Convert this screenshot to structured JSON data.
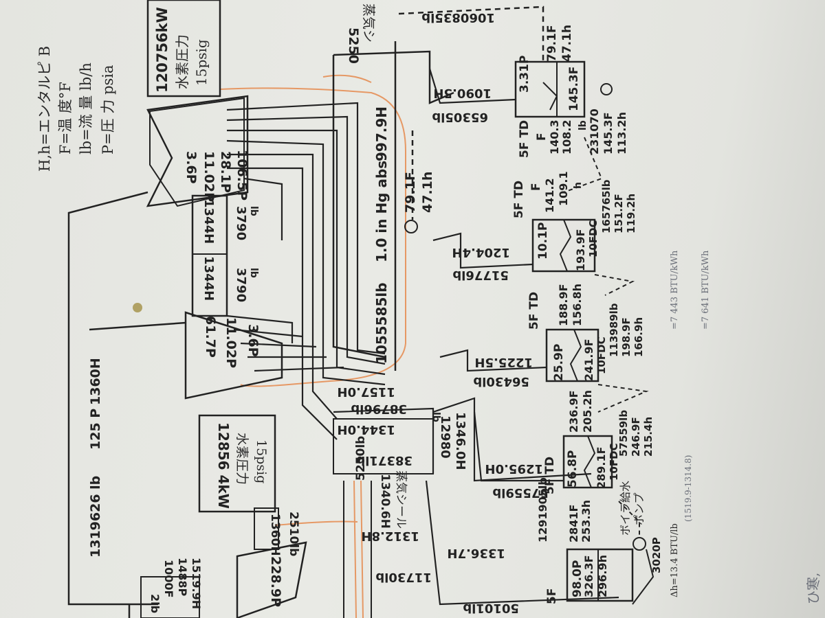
{
  "legend": {
    "line1": "H,h=エンタルピ B",
    "line2": "F=温 度°F",
    "line3": "lb=流 量 lb/h",
    "line4": "P=圧 力 psia"
  },
  "generators": {
    "lp": {
      "rating": "120756kW",
      "h2": "水素圧力",
      "psig": "15psig"
    },
    "hp": {
      "rating": "12856 4kW",
      "h2": "水素圧力",
      "psig": "15psig"
    }
  },
  "turbines": {
    "lp_top": {
      "p1": "3.6P",
      "p2": "11.02P",
      "p3": "28.1P",
      "p4": "106.5P"
    },
    "ip": {
      "p1": "61.7P",
      "p2": "11.02P",
      "p3": "3.6P"
    },
    "hp": {
      "p1": "228.9P"
    }
  },
  "reheat": {
    "h1": "1344H",
    "h2": "1344H",
    "f1": "3790",
    "f1u": "lb",
    "f2": "3790",
    "f2u": "lb"
  },
  "main_steam": {
    "flow": "1319626 lb",
    "pressure": "125 P",
    "enthalpy": "1360H",
    "gen_out_h": "1360H",
    "gen_flow": "2510lb"
  },
  "condenser": {
    "flow": "1055585lb",
    "vacuum": "1.0 in Hg abs",
    "enthalpy": "997.9H",
    "temp": "79.1F",
    "h": "47.1h",
    "top_a": "5250",
    "top_b": "蒸気シ",
    "dashed_flow": "1060835lb"
  },
  "lines": {
    "a_h": "1157.0H",
    "a_flow": "38796lb",
    "b_h": "1344.0H",
    "b_flow": "38371lb",
    "c_flow": "12980",
    "c_unit": "lb",
    "c_h": "1346.0H",
    "d_flow": "5250lb",
    "d_h": "1340.6H",
    "d_note": "蒸気シール",
    "e_h": "1312.8H",
    "e_flow": "11730lb",
    "f_h": "1336.7H",
    "f_flow": "50101lb",
    "g_h": "1090.5H",
    "g_flow": "65305lb",
    "h_h": "1204.4H",
    "h_flow": "51776lb",
    "i_h": "1225.5H",
    "i_flow": "56430lb",
    "j_h": "1295.0H",
    "j_flow": "57559lb"
  },
  "heaters": {
    "h1": {
      "p": "3.31P",
      "t_in": "79.1F",
      "h_in": "47.1h",
      "t_out": "145.3F",
      "td": "5F TD",
      "f": "F",
      "t2": "140.3",
      "h2": "108.2",
      "dc_lb": "lb",
      "dc_flow": "231070",
      "dc_t": "145.3F",
      "dc_h": "113.2h"
    },
    "h2": {
      "p": "10.1P",
      "td": "5F TD",
      "f": "F",
      "t_a": "141.2",
      "h_a": "109.1",
      "h_u": "h",
      "t_out": "193.9F",
      "dc": "10FDC",
      "dc_flow": "165765lb",
      "dc_t": "151.2F",
      "dc_h": "119.2h"
    },
    "h3": {
      "p": "25.9P",
      "td": "5F TD",
      "t_a": "188.9F",
      "h_a": "156.8h",
      "t_out": "241.9F",
      "dc": "10FDC",
      "dc_flow": "113989lb",
      "dc_t": "198.9F",
      "dc_h": "166.9h"
    },
    "h4": {
      "p": "56.8P",
      "td": "5F TD",
      "t_a": "236.9F",
      "h_a": "205.2h",
      "t_out": "289.1F",
      "dc": "10FDC",
      "dc_flow": "57559lb",
      "dc_t": "246.9F",
      "dc_h": "215.4h"
    },
    "h5": {
      "p": "98.0P",
      "td": "5F",
      "t_a": "2841F",
      "h_a": "253.3h",
      "t_out": "326.3F",
      "h_out": "296.9h",
      "flow": "1291905lb"
    }
  },
  "pump": {
    "name": "ボイラ給水",
    "name2": "ポンプ",
    "flow": "3020P",
    "dh": "Δh=13.4 BTU/lb"
  },
  "left_edge": {
    "a": "2lb",
    "b": "1000F",
    "c": "1488P",
    "d": "1519.9H"
  },
  "right_notes": {
    "heat_rate1": "=7 443 BTU/kWh",
    "heat_rate2": "=7 641 BTU/kWh",
    "formula": "(1519.9-1314.8)",
    "page_mark": "ひ寒,"
  }
}
